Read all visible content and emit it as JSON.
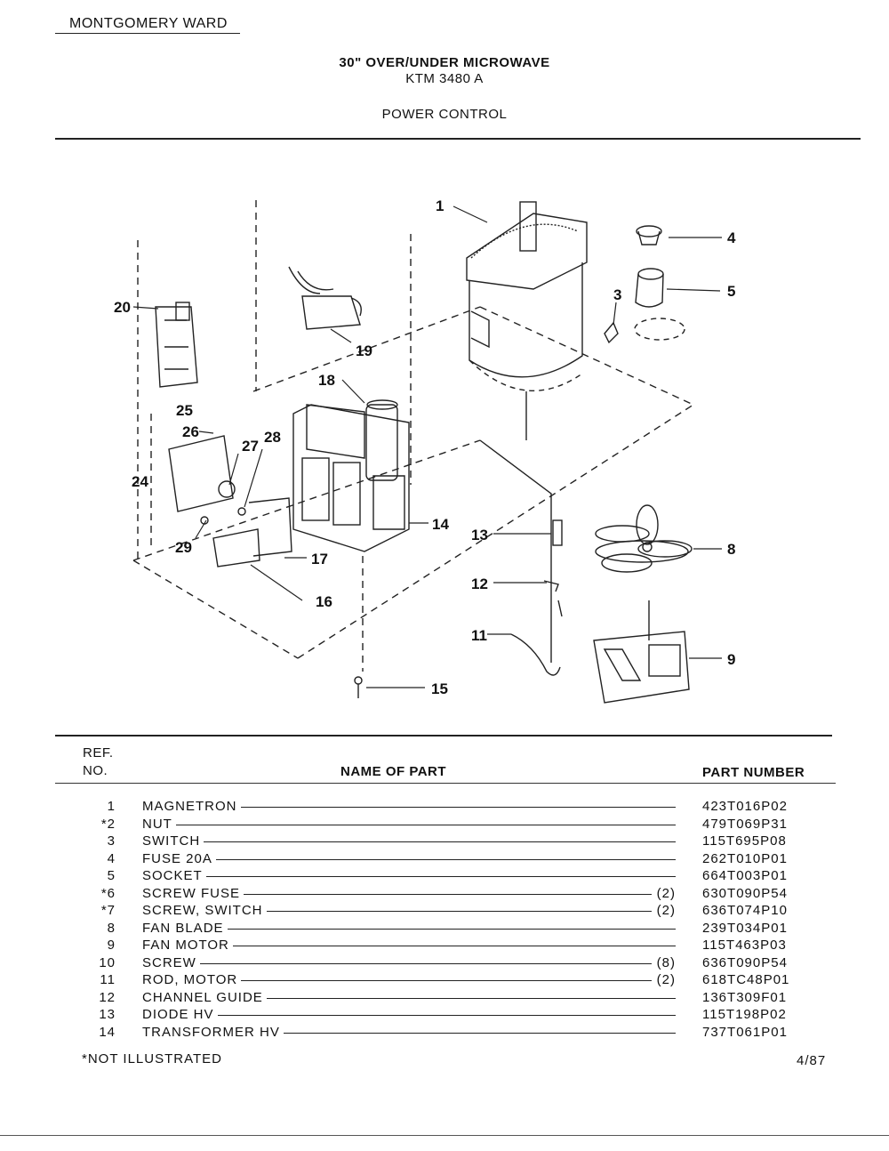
{
  "header": {
    "brand": "MONTGOMERY WARD",
    "title": "30\" OVER/UNDER MICROWAVE",
    "model": "KTM 3480 A",
    "section": "POWER CONTROL"
  },
  "diagram": {
    "callouts": [
      "1",
      "3",
      "4",
      "5",
      "8",
      "9",
      "11",
      "12",
      "13",
      "14",
      "15",
      "16",
      "17",
      "18",
      "19",
      "20",
      "24",
      "25",
      "26",
      "27",
      "28",
      "29"
    ]
  },
  "table": {
    "col_ref_line1": "REF.",
    "col_ref_line2": "NO.",
    "col_name": "NAME OF PART",
    "col_part": "PART NUMBER",
    "rows": [
      {
        "ref": "1",
        "name": "MAGNETRON",
        "qty": "",
        "part": "423T016P02"
      },
      {
        "ref": "*2",
        "name": "NUT",
        "qty": "",
        "part": "479T069P31"
      },
      {
        "ref": "3",
        "name": "SWITCH",
        "qty": "",
        "part": "115T695P08"
      },
      {
        "ref": "4",
        "name": "FUSE 20A",
        "qty": "",
        "part": "262T010P01"
      },
      {
        "ref": "5",
        "name": "SOCKET",
        "qty": "",
        "part": "664T003P01"
      },
      {
        "ref": "*6",
        "name": "SCREW FUSE",
        "qty": "(2)",
        "part": "630T090P54"
      },
      {
        "ref": "*7",
        "name": "SCREW, SWITCH",
        "qty": "(2)",
        "part": "636T074P10"
      },
      {
        "ref": "8",
        "name": "FAN BLADE",
        "qty": "",
        "part": "239T034P01"
      },
      {
        "ref": "9",
        "name": "FAN MOTOR",
        "qty": "",
        "part": "115T463P03"
      },
      {
        "ref": "10",
        "name": "SCREW",
        "qty": "(8)",
        "part": "636T090P54"
      },
      {
        "ref": "11",
        "name": "ROD, MOTOR",
        "qty": "(2)",
        "part": "618TC48P01"
      },
      {
        "ref": "12",
        "name": "CHANNEL GUIDE",
        "qty": "",
        "part": "136T309F01"
      },
      {
        "ref": "13",
        "name": "DIODE HV",
        "qty": "",
        "part": "115T198P02"
      },
      {
        "ref": "14",
        "name": "TRANSFORMER HV",
        "qty": "",
        "part": "737T061P01"
      }
    ]
  },
  "footer": {
    "note": "*NOT ILLUSTRATED",
    "date": "4/87"
  }
}
